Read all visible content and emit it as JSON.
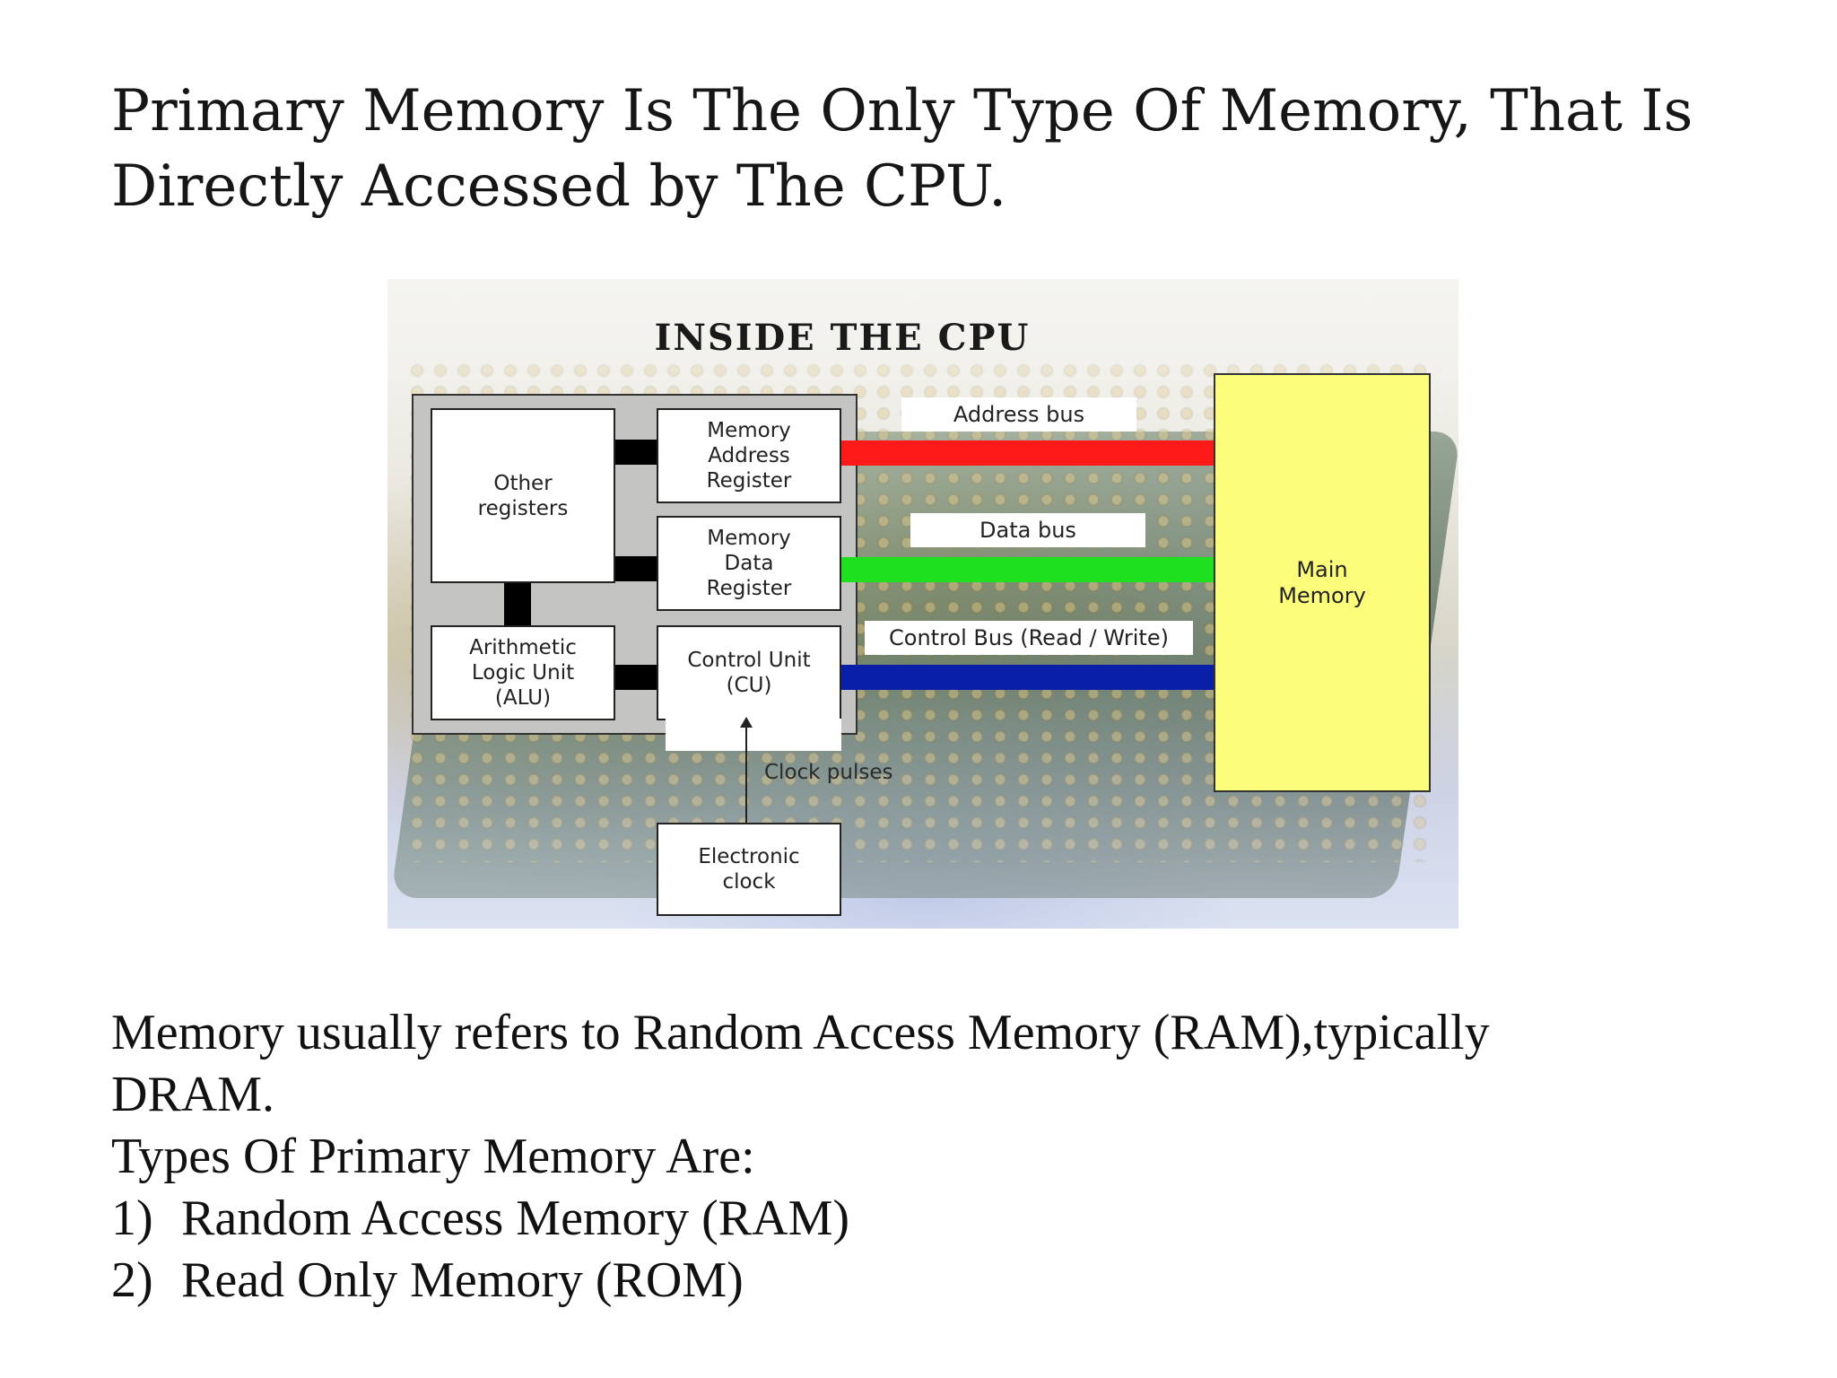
{
  "slide": {
    "title": "Primary Memory Is The Only Type Of Memory, That Is Directly Accessed by The CPU.",
    "paragraph_line1": "Memory usually refers to Random  Access Memory (RAM),typically",
    "paragraph_line2": "DRAM.",
    "types_heading": "Types Of Primary Memory Are:",
    "types": [
      {
        "number": "1)",
        "label": "Random Access Memory (RAM)"
      },
      {
        "number": "2)",
        "label": "Read Only Memory (ROM)"
      }
    ]
  },
  "diagram": {
    "title": "INSIDE THE CPU",
    "boxes": {
      "other_registers": "Other\nregisters",
      "mar": "Memory\nAddress\nRegister",
      "mdr": "Memory\nData\nRegister",
      "alu": "Arithmetic\nLogic Unit\n(ALU)",
      "cu": "Control Unit\n(CU)",
      "clock": "Electronic\nclock",
      "main_memory": "Main\nMemory"
    },
    "buses": {
      "address": "Address bus",
      "data": "Data bus",
      "control": "Control Bus (Read / Write)"
    },
    "clock_label": "Clock pulses",
    "colors": {
      "address_bus": "#ff1a1a",
      "data_bus": "#1ee01e",
      "control_bus": "#0a1fa8",
      "main_memory": "#fdfd7c"
    }
  }
}
